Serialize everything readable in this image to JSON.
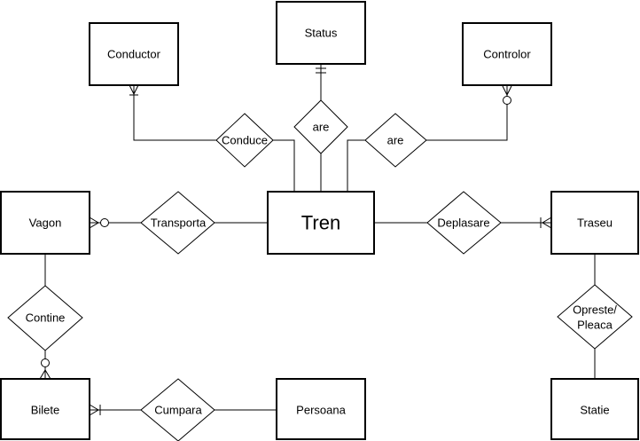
{
  "entities": {
    "status": "Status",
    "conductor": "Conductor",
    "controlor": "Controlor",
    "vagon": "Vagon",
    "tren": "Tren",
    "traseu": "Traseu",
    "bilete": "Bilete",
    "persoana": "Persoana",
    "statie": "Statie"
  },
  "relationships": {
    "conduce": "Conduce",
    "are_status": "are",
    "are_controlor": "are",
    "transporta": "Transporta",
    "deplasare": "Deplasare",
    "contine": "Contine",
    "cumpara": "Cumpara",
    "opreste_line1": "Opreste/",
    "opreste_line2": "Pleaca"
  }
}
